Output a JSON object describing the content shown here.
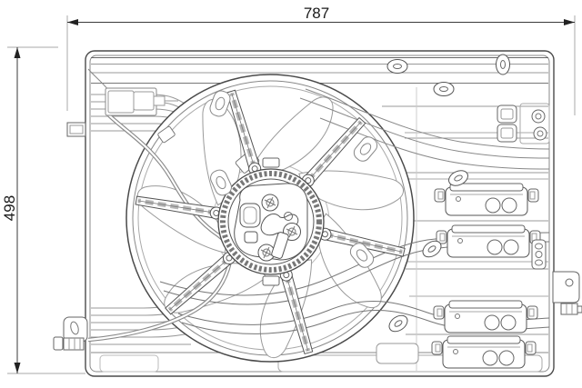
{
  "type": "technical-drawing",
  "subject": "engine-cooling-fan-assembly-front-view",
  "dimensions": {
    "width_label": "787",
    "height_label": "498"
  },
  "figure": {
    "fan_blade_count": 7,
    "shroud_spoke_count": 6,
    "right_bracket_count": 4,
    "slot_count": 6
  },
  "colors": {
    "background": "#ffffff",
    "line_primary": "#4a4a4a",
    "line_secondary": "#8a8a8a",
    "line_tertiary": "#b5b5b5",
    "dimension_line": "#3a3a3a",
    "dimension_text": "#1a1a1a"
  }
}
